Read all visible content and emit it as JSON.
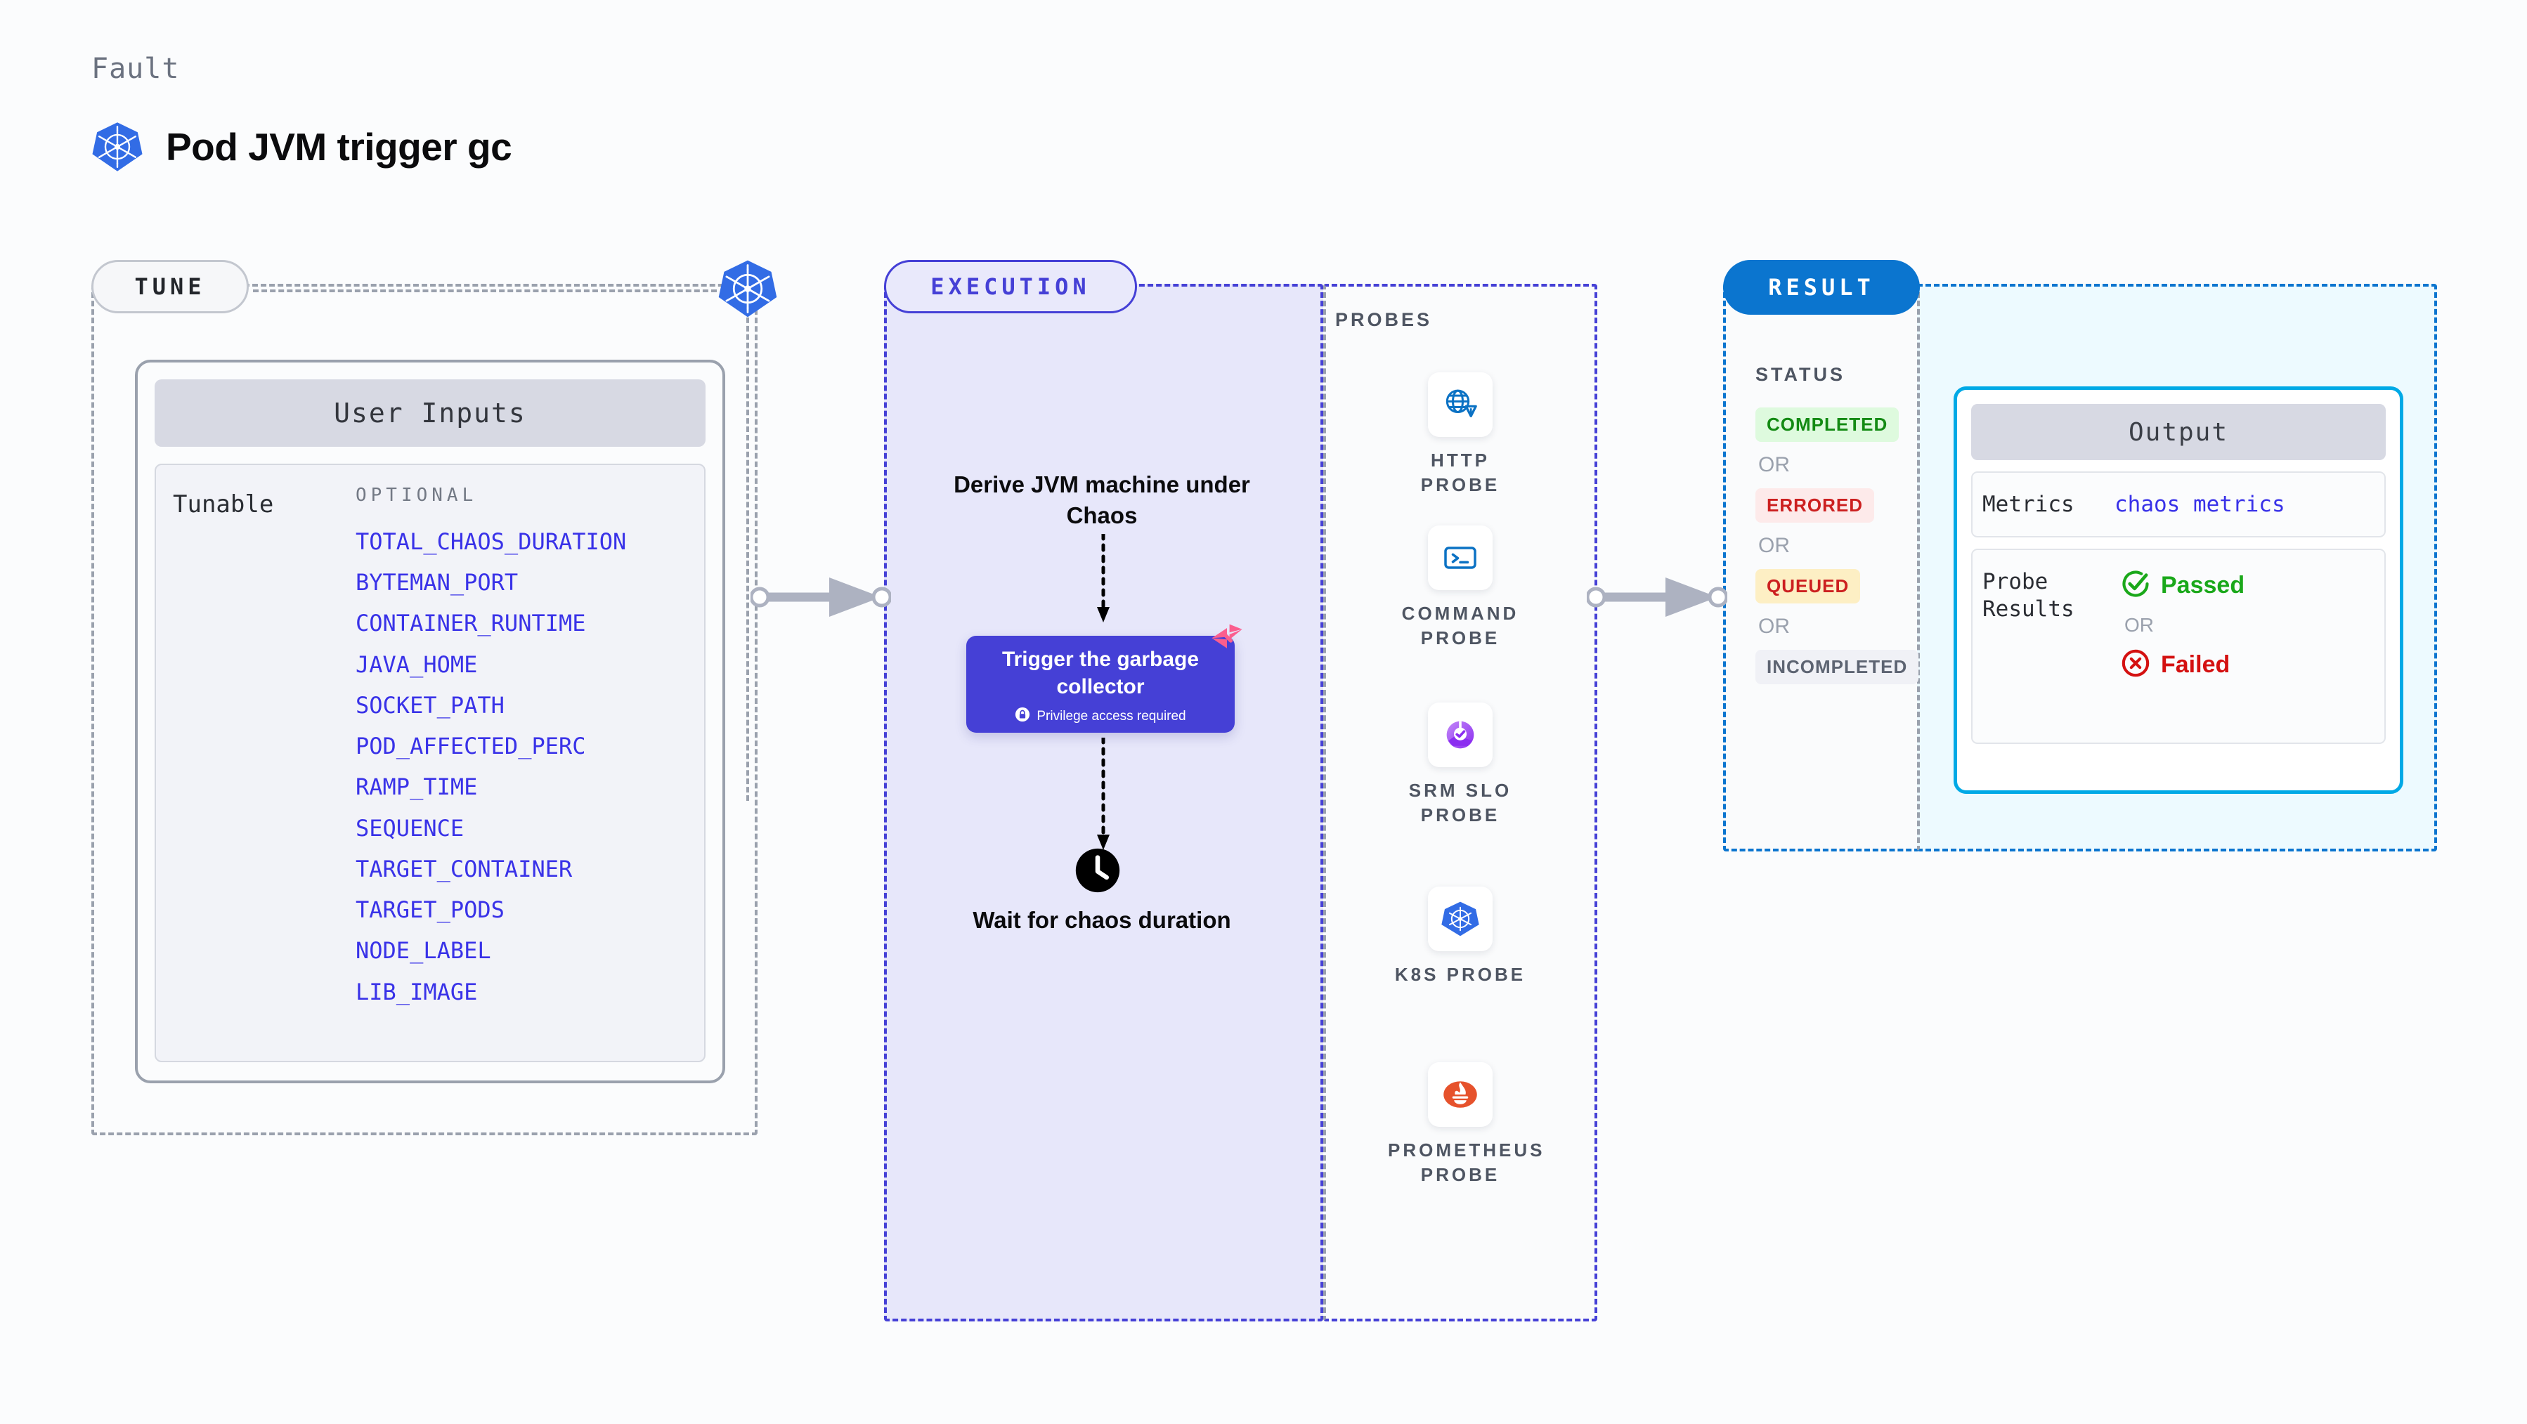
{
  "header": {
    "eyebrow": "Fault",
    "title": "Pod JVM trigger gc",
    "icon": "kubernetes-icon"
  },
  "stages": {
    "tune": {
      "pill_label": "TUNE",
      "k8s_icon": "kubernetes-icon",
      "card": {
        "header": "User Inputs",
        "tunable_label": "Tunable",
        "optional_label": "OPTIONAL",
        "tunables": [
          "TOTAL_CHAOS_DURATION",
          "BYTEMAN_PORT",
          "CONTAINER_RUNTIME",
          "JAVA_HOME",
          "SOCKET_PATH",
          "POD_AFFECTED_PERC",
          "RAMP_TIME",
          "SEQUENCE",
          "TARGET_CONTAINER",
          "TARGET_PODS",
          "NODE_LABEL",
          "LIB_IMAGE"
        ]
      }
    },
    "execution": {
      "pill_label": "EXECUTION",
      "step_1": "Derive JVM machine under Chaos",
      "step_2_title": "Trigger the garbage collector",
      "step_2_note": "Privilege access required",
      "step_2_badge": "harness-logo-icon",
      "step_3": "Wait for chaos duration",
      "step_3_icon": "clock-icon"
    },
    "probes": {
      "title": "PROBES",
      "items": [
        {
          "label": "HTTP PROBE",
          "icon": "globe-warning-icon"
        },
        {
          "label": "COMMAND PROBE",
          "icon": "terminal-icon"
        },
        {
          "label": "SRM SLO PROBE",
          "icon": "srm-slo-icon"
        },
        {
          "label": "K8S PROBE",
          "icon": "kubernetes-icon"
        },
        {
          "label": "PROMETHEUS PROBE",
          "icon": "prometheus-icon"
        }
      ]
    },
    "result": {
      "pill_label": "RESULT",
      "status_title": "STATUS",
      "or_label": "OR",
      "statuses": [
        {
          "label": "COMPLETED",
          "style": "b-completed"
        },
        {
          "label": "ERRORED",
          "style": "b-errored"
        },
        {
          "label": "QUEUED",
          "style": "b-queued"
        },
        {
          "label": "INCOMPLETED",
          "style": "b-incomplete"
        }
      ]
    },
    "output": {
      "header": "Output",
      "metrics_key": "Metrics",
      "metrics_value": "chaos metrics",
      "probe_results_key": "Probe Results",
      "passed_label": "Passed",
      "failed_label": "Failed",
      "or_label": "OR"
    }
  },
  "colors": {
    "tune_accent": "#9aa1ad",
    "execution_accent": "#4540d6",
    "result_accent": "#0b75cf",
    "output_accent": "#00a9e6",
    "tunable_text": "#3932e8",
    "passed": "#1aa81a",
    "failed": "#d41111",
    "harness_pink": "#fb5e8e"
  }
}
